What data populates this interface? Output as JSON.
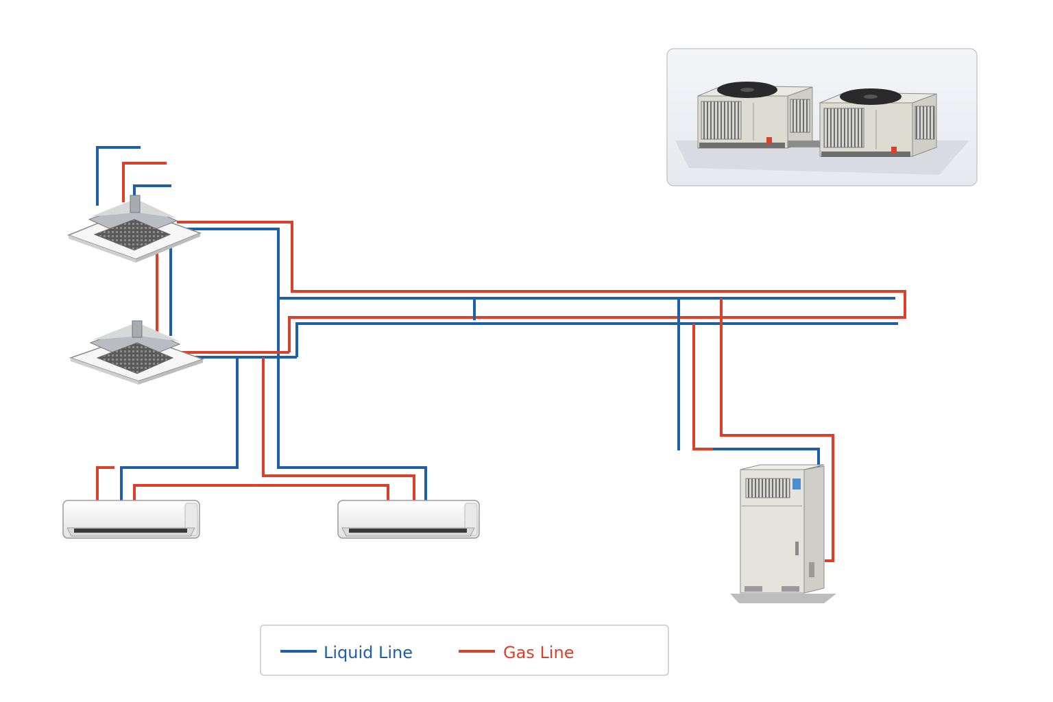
{
  "colors": {
    "liquid": "#1f5fa8",
    "gas": "#d9412c",
    "unit_body": "#f1f1f1",
    "unit_stroke": "#8a8a8a",
    "outdoor_body": "#dcdcd2",
    "panel_border": "#c9c9cf"
  },
  "legend": {
    "liquid_label": "Liquid Line",
    "gas_label": "Gas Line"
  },
  "components": {
    "cassette_units": [
      "ceiling-cassette-1",
      "ceiling-cassette-2"
    ],
    "wall_units": [
      "wall-split-1",
      "wall-split-2"
    ],
    "floor_unit": "floor-standing-unit",
    "outdoor_units": [
      "condensing-unit-1",
      "condensing-unit-2"
    ]
  }
}
